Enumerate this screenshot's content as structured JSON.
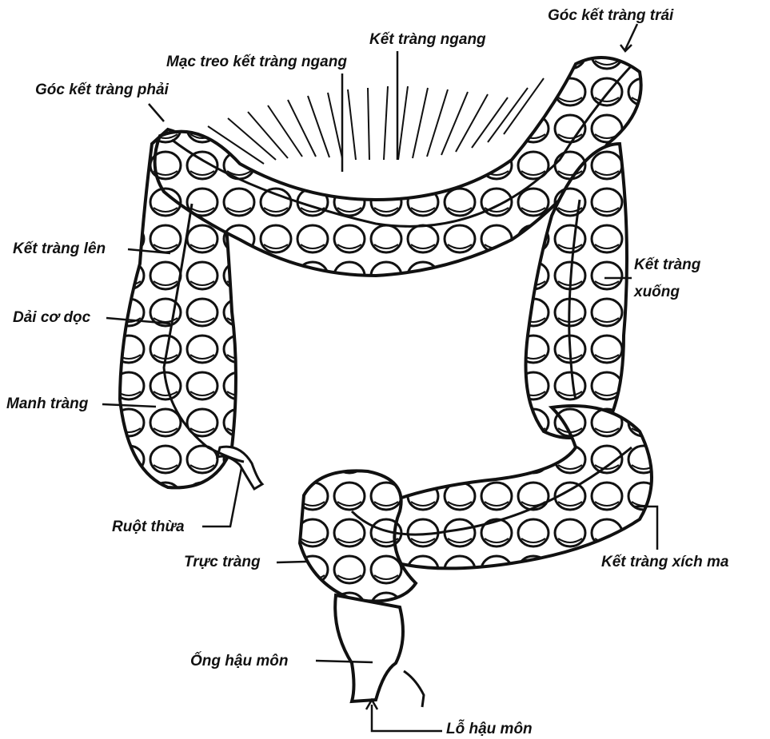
{
  "labels": {
    "goc_ket_trang_trai": "Góc kết tràng trái",
    "ket_trang_ngang": "Kết tràng ngang",
    "mac_treo_ket_trang_ngang": "Mạc treo kết tràng ngang",
    "goc_ket_trang_phai": "Góc kết tràng phải",
    "ket_trang_len": "Kết tràng lên",
    "ket_trang_xuong_line1": "Kết tràng",
    "ket_trang_xuong_line2": "xuống",
    "dai_co_doc": "Dải cơ dọc",
    "manh_trang": "Manh tràng",
    "ruot_thua": "Ruột thừa",
    "truc_trang": "Trực tràng",
    "ket_trang_xich_ma": "Kết tràng xích ma",
    "ong_hau_mon": "Ống hậu môn",
    "lo_hau_mon": "Lỗ hậu môn"
  }
}
